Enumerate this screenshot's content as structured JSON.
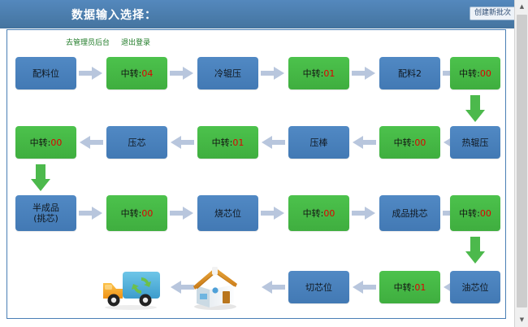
{
  "header": {
    "title": "数据输入选择：",
    "create_button": "创建新批次"
  },
  "scrollbar": {
    "up_arrow": "▲",
    "down_arrow": "▼"
  },
  "links": [
    {
      "label": "去管理员后台"
    },
    {
      "label": "退出登录"
    }
  ],
  "flow": {
    "row1": [
      {
        "label": "配料位",
        "color": "blue"
      },
      {
        "label": "中转:",
        "value": "04",
        "color": "green"
      },
      {
        "label": "冷辊压",
        "color": "blue"
      },
      {
        "label": "中转:",
        "value": "01",
        "color": "green"
      },
      {
        "label": "配料2",
        "color": "blue"
      },
      {
        "label": "中转:",
        "value": "00",
        "color": "green"
      }
    ],
    "row2": [
      {
        "label": "中转:",
        "value": "00",
        "color": "green"
      },
      {
        "label": "压芯",
        "color": "blue"
      },
      {
        "label": "中转:",
        "value": "01",
        "color": "green"
      },
      {
        "label": "压棒",
        "color": "blue"
      },
      {
        "label": "中转:",
        "value": "00",
        "color": "green"
      },
      {
        "label": "热辊压",
        "color": "blue"
      }
    ],
    "row3": [
      {
        "label": "半成品",
        "label2": "(挑芯)",
        "color": "blue"
      },
      {
        "label": "中转:",
        "value": "00",
        "color": "green"
      },
      {
        "label": "烧芯位",
        "color": "blue"
      },
      {
        "label": "中转:",
        "value": "00",
        "color": "green"
      },
      {
        "label": "成品挑芯",
        "color": "blue"
      },
      {
        "label": "中转:",
        "value": "00",
        "color": "green"
      }
    ],
    "row4": [
      {
        "label": "truck-icon",
        "color": "icon"
      },
      {
        "label": "house-icon",
        "color": "icon"
      },
      {
        "label": "切芯位",
        "color": "blue"
      },
      {
        "label": "中转:",
        "value": "01",
        "color": "green"
      },
      {
        "label": "油芯位",
        "color": "blue"
      }
    ]
  },
  "colors": {
    "header_blue": "#4a7fb5",
    "node_blue": "#4a82bd",
    "node_green": "#46b946",
    "arrow_blue": "#b8c6dd",
    "arrow_green": "#4cb94c",
    "link_green": "#1d7a25",
    "value_red": "#e00000"
  }
}
